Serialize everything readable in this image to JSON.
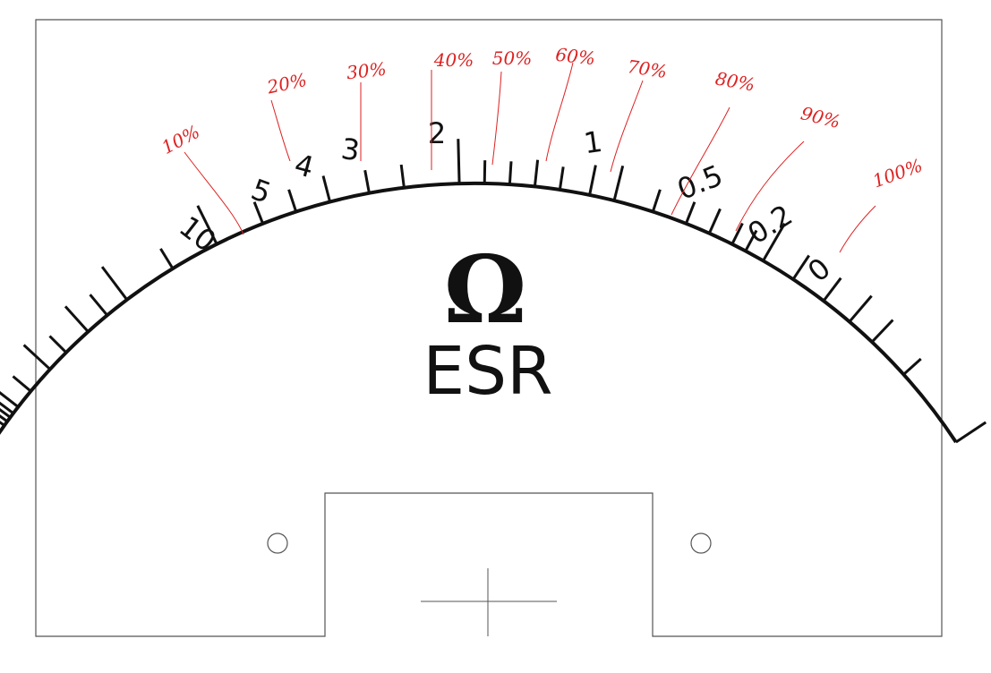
{
  "meter": {
    "symbol": "Ω",
    "label": "ESR",
    "ohm_labels": [
      "10",
      "5",
      "4",
      "3",
      "2",
      "1",
      "0.5",
      "0.2",
      "0"
    ],
    "percent_labels": [
      "10%",
      "20%",
      "30%",
      "40%",
      "50%",
      "60%",
      "70%",
      "80%",
      "90%",
      "100%"
    ],
    "colors": {
      "ink": "#111111",
      "annotation": "#dd2222",
      "outline": "#555555"
    }
  }
}
